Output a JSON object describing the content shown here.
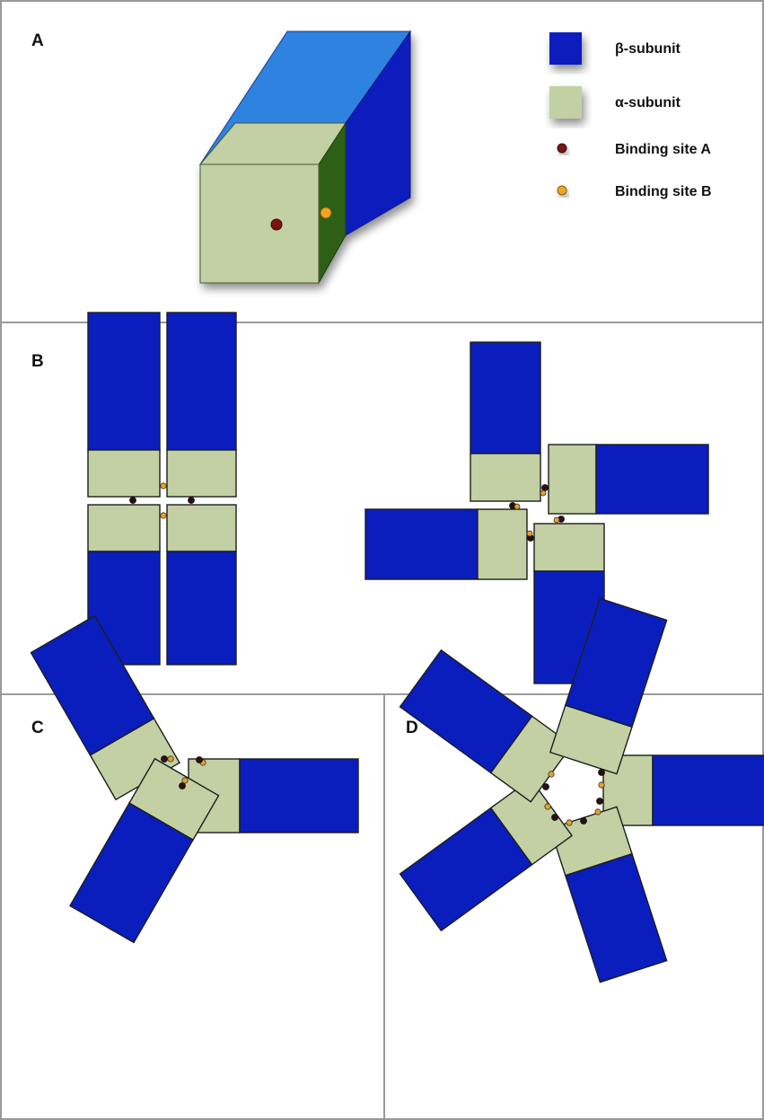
{
  "panels": {
    "a": {
      "label": "A"
    },
    "b": {
      "label": "B"
    },
    "c": {
      "label": "C"
    },
    "d": {
      "label": "D"
    }
  },
  "legend": {
    "beta": {
      "label": "β-subunit",
      "color": "#0a1ebd"
    },
    "alpha": {
      "label": "α-subunit",
      "color": "#c2d0a4"
    },
    "site_a": {
      "label": "Binding site A",
      "color": "#7a1512"
    },
    "site_b": {
      "label": "Binding site B",
      "color": "#f0a624"
    }
  },
  "colors": {
    "beta": "#0a1ebd",
    "beta_top": "#2f82e0",
    "alpha": "#c2d0a4",
    "alpha_side": "#2e5e12",
    "border": "#9a9a9a"
  },
  "assemblies": {
    "b_left": {
      "subunits": 4,
      "arrangement": "side-by-side dimer of dimers"
    },
    "b_right": {
      "subunits": 4,
      "arrangement": "cyclic tetramer"
    },
    "c": {
      "subunits": 3,
      "arrangement": "cyclic trimer"
    },
    "d": {
      "subunits": 5,
      "arrangement": "cyclic pentamer"
    }
  }
}
